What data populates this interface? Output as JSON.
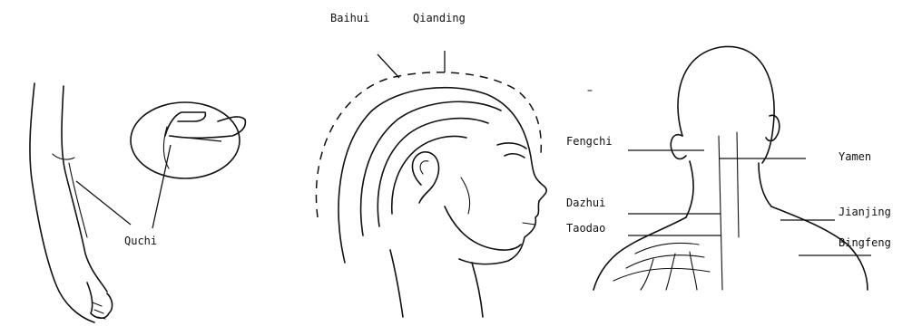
{
  "figures": [
    {
      "id": "arm",
      "labels": [
        "Quchi"
      ]
    },
    {
      "id": "head-side",
      "labels": [
        "Baihui",
        "Qianding"
      ]
    },
    {
      "id": "head-back",
      "labels": [
        "Fengchi",
        "Yamen",
        "Dazhui",
        "Taodao",
        "Jianjing",
        "Bingfeng"
      ]
    }
  ],
  "colors": {
    "ink": "#111111",
    "background": "#ffffff"
  }
}
